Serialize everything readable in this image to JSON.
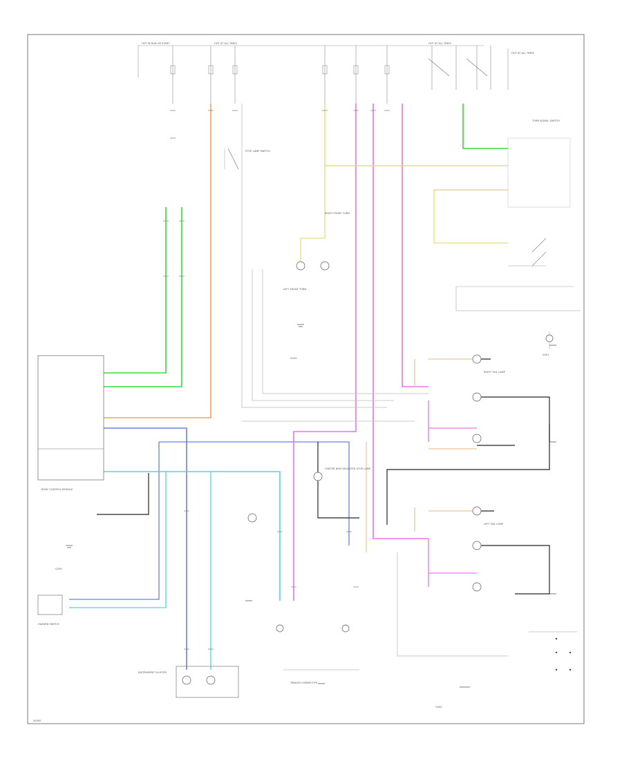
{
  "diagram": {
    "labels": {
      "fuse_block_header": "HOT IN RUN OR START",
      "hot_at_all_times": "HOT AT ALL TIMES",
      "hot_header_2": "HOT AT ALL TIMES",
      "relay_box": "HOT AT ALL TIMES",
      "brake_switch": "STOP LAMP SWITCH",
      "turn_switch": "TURN SIGNAL SWITCH",
      "body_module": "BODY CONTROL MODULE",
      "front_lamp_left": "LEFT FRONT TURN",
      "front_lamp_right": "RIGHT FRONT TURN",
      "chmsl": "CENTER HIGH MOUNTED STOP LAMP",
      "trailer_connector": "TRAILER CONNECTOR",
      "rear_right": "RIGHT TAIL LAMP",
      "rear_left": "LEFT TAIL LAMP",
      "instrument_cluster": "INSTRUMENT CLUSTER",
      "hazard_switch": "HAZARD SWITCH",
      "ground_1": "G100",
      "ground_2": "G200",
      "ground_3": "G301",
      "ground_4": "G400",
      "footer_code": "00000"
    },
    "colors": {
      "orange": "#f2a25c",
      "green": "#33dd33",
      "blue": "#6a7de8",
      "cyan": "#46d8e6",
      "magenta": "#f070ee",
      "yellow": "#e8e070",
      "tan": "#e8c890",
      "black": "#222222",
      "gray": "#bbbbbb"
    }
  }
}
